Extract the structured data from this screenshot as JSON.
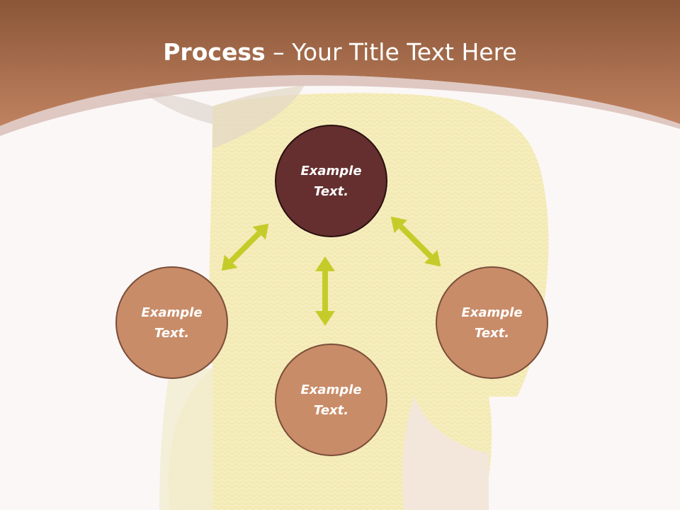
{
  "title": {
    "bold": "Process",
    "rest": " – Your Title Text Here"
  },
  "nodes": {
    "top": "Example Text.",
    "left": "Example Text.",
    "right": "Example Text.",
    "bottom": "Example Text."
  },
  "colors": {
    "header": "#b3744f",
    "header_dark": "#8c5a3c",
    "center_node": "#652f2f",
    "outer_node": "#c98c68",
    "arrow": "#c5cc2a",
    "background": "#fbf7f6"
  }
}
